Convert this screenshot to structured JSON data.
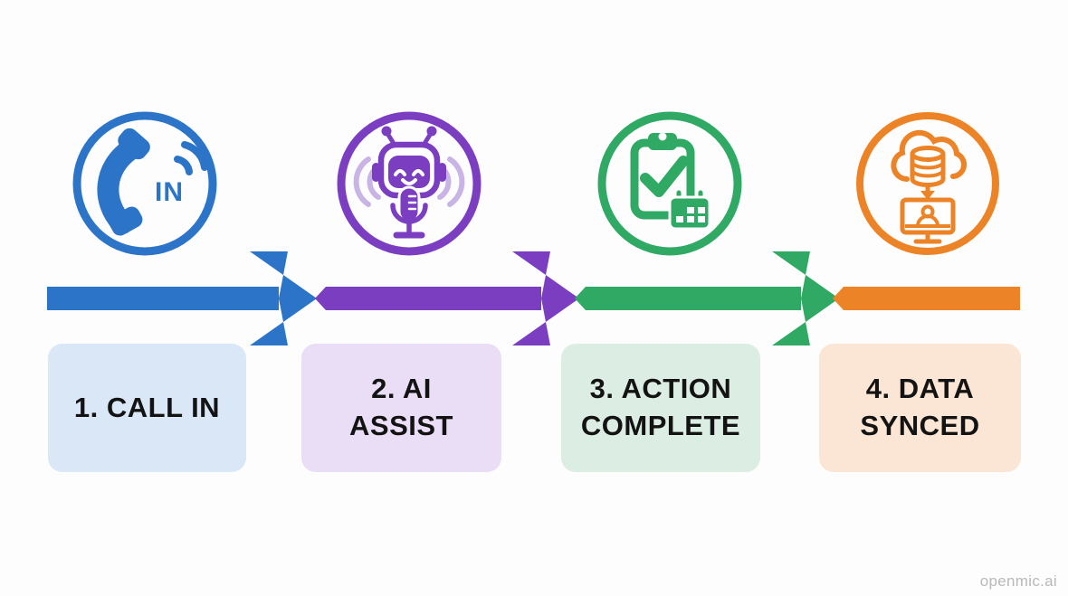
{
  "steps": [
    {
      "label_line1": "1. CALL IN",
      "label_line2": "",
      "icon": "incoming-call-icon",
      "badge": "IN",
      "color": "#2B74C7",
      "box_bg": "#D9E7F6"
    },
    {
      "label_line1": "2. AI",
      "label_line2": "ASSIST",
      "icon": "ai-voicebot-icon",
      "color": "#7B3EC1",
      "box_bg": "#EADDF6"
    },
    {
      "label_line1": "3. ACTION",
      "label_line2": "COMPLETE",
      "icon": "clipboard-check-calendar-icon",
      "color": "#2FA964",
      "box_bg": "#DCEEE4"
    },
    {
      "label_line1": "4. DATA",
      "label_line2": "SYNCED",
      "icon": "cloud-database-sync-icon",
      "color": "#EC8427",
      "box_bg": "#FBE5D4"
    }
  ],
  "colors": {
    "purple_light": "#C9B4E6",
    "text": "#131313",
    "watermark_gray": "#b9b9b9"
  },
  "watermark": "openmic.ai"
}
